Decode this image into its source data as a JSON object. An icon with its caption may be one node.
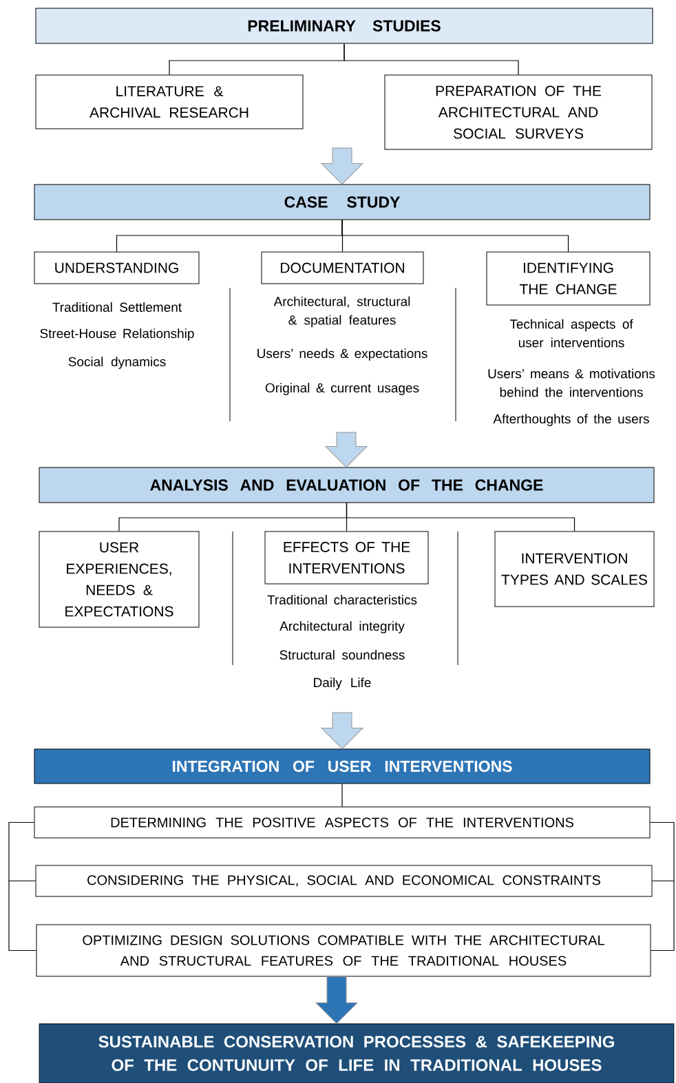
{
  "diagram": {
    "nodes": [
      {
        "text": [
          "PRELIMINARY STUDIES"
        ]
      },
      {
        "text": [
          "LITERATURE & ARCHIVAL RESEARCH"
        ]
      },
      {
        "text": [
          "PREPARATION OF THE ARCHITECTURAL AND SOCIAL SURVEYS"
        ]
      },
      {
        "text": [
          "CASE STUDY"
        ]
      },
      {
        "text": [
          "UNDERSTANDING"
        ],
        "beside": [
          "Traditional Settlement",
          "Street-House Relationship",
          "Social dynamics"
        ]
      },
      {
        "text": [
          "DOCUMENTATION"
        ],
        "beside": [
          "Architectural, structural & spatial features",
          "Users’ needs & expectations",
          "Original & current usages"
        ]
      },
      {
        "text": [
          "IDENTIFYING THE CHANGE"
        ],
        "beside": [
          "Technical aspects of user interventions",
          "Users’ means & motivations behind the interventions",
          "Afterthoughts of the users"
        ]
      },
      {
        "text": [
          "ANALYSIS AND EVALUATION OF THE CHANGE"
        ]
      },
      {
        "text": [
          "USER EXPERIENCES, NEEDS & EXPECTATIONS"
        ]
      },
      {
        "text": [
          "EFFECTS OF THE INTERVENTIONS"
        ],
        "beside": [
          "Traditional characteristics",
          "Architectural integrity",
          "Structural soundness",
          "Daily Life"
        ]
      },
      {
        "text": [
          "INTERVENTION TYPES AND SCALES"
        ]
      },
      {
        "text": [
          "INTEGRATION OF USER INTERVENTIONS"
        ]
      },
      {
        "text": [
          "DETERMINING THE POSITIVE ASPECTS OF THE INTERVENTIONS"
        ]
      },
      {
        "text": [
          "CONSIDERING THE PHYSICAL, SOCIAL AND ECONOMICAL CONSTRAINTS"
        ]
      },
      {
        "text": [
          "OPTIMIZING DESIGN SOLUTIONS COMPATIBLE WITH THE ARCHITECTURAL AND STRUCTURAL FEATURES OF THE TRADITIONAL HOUSES"
        ]
      },
      {
        "text": [
          "SUSTAINABLE CONSERVATION PROCESSES & SAFEKEEPING OF THE CONTUNUITY OF LIFE IN TRADITIONAL HOUSES"
        ]
      }
    ],
    "edges": [
      {
        "from": 0,
        "to": 1,
        "arrow": "none"
      },
      {
        "from": 0,
        "to": 2,
        "arrow": "none"
      },
      {
        "from": null,
        "to": 3,
        "arrow": "to",
        "style": "thick",
        "color": "#bdd7ee"
      },
      {
        "from": 3,
        "to": 4,
        "arrow": "none"
      },
      {
        "from": 3,
        "to": 5,
        "arrow": "none"
      },
      {
        "from": 3,
        "to": 6,
        "arrow": "none"
      },
      {
        "from": null,
        "to": 7,
        "arrow": "to",
        "style": "thick",
        "color": "#bdd7ee"
      },
      {
        "from": 7,
        "to": 8,
        "arrow": "none"
      },
      {
        "from": 7,
        "to": 9,
        "arrow": "none"
      },
      {
        "from": 7,
        "to": 10,
        "arrow": "none"
      },
      {
        "from": null,
        "to": 11,
        "arrow": "to",
        "style": "thick",
        "color": "#bdd7ee"
      },
      {
        "from": 11,
        "to": 12,
        "arrow": "none"
      },
      {
        "from": 12,
        "to": 13,
        "arrow": "none"
      },
      {
        "from": 13,
        "to": 14,
        "arrow": "none"
      },
      {
        "from": 12,
        "to": 13,
        "arrow": "none"
      },
      {
        "from": 13,
        "to": 14,
        "arrow": "none"
      },
      {
        "from": 14,
        "to": 15,
        "arrow": "to",
        "style": "thick",
        "color": "#2e75b6"
      }
    ]
  }
}
